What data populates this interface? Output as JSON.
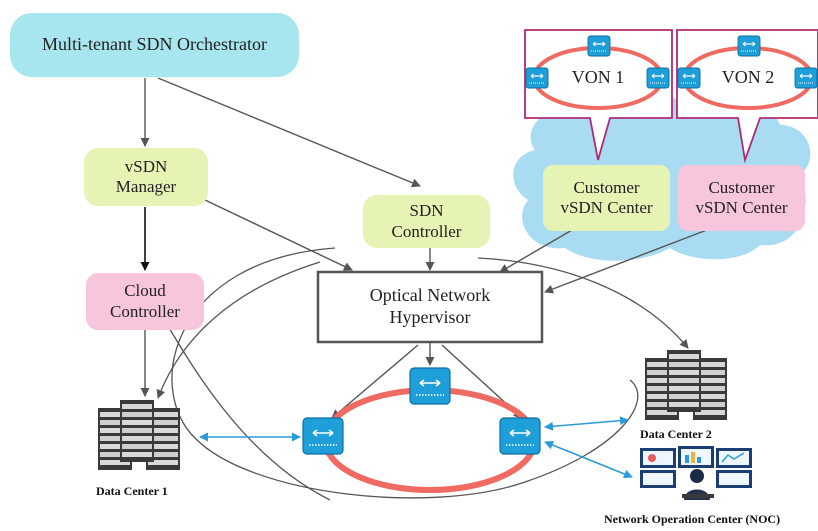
{
  "orchestrator": {
    "label": "Multi-tenant SDN Orchestrator"
  },
  "vsdn_manager": {
    "label": "vSDN\nManager"
  },
  "sdn_controller": {
    "label": "SDN\nController"
  },
  "cloud_controller": {
    "label": "Cloud\nController"
  },
  "hypervisor": {
    "label": "Optical Network\nHypervisor"
  },
  "customer_center_1": {
    "label": "Customer\nvSDN Center"
  },
  "customer_center_2": {
    "label": "Customer\nvSDN Center"
  },
  "von_1": {
    "label": "VON 1"
  },
  "von_2": {
    "label": "VON 2"
  },
  "data_center_1": {
    "label": "Data Center 1"
  },
  "data_center_2": {
    "label": "Data Center 2"
  },
  "noc": {
    "label": "Network Operation Center (NOC)"
  },
  "colors": {
    "orchestrator": "#a7e6ef",
    "green_box": "#e5f3b4",
    "pink_box": "#f8c6dc",
    "cloud": "#a9dcf3",
    "ring": "#ef6b62",
    "switch": "#1e9fd9",
    "link_blue": "#2a9ad8",
    "arrow": "#555555",
    "callout": "#b02a72"
  }
}
